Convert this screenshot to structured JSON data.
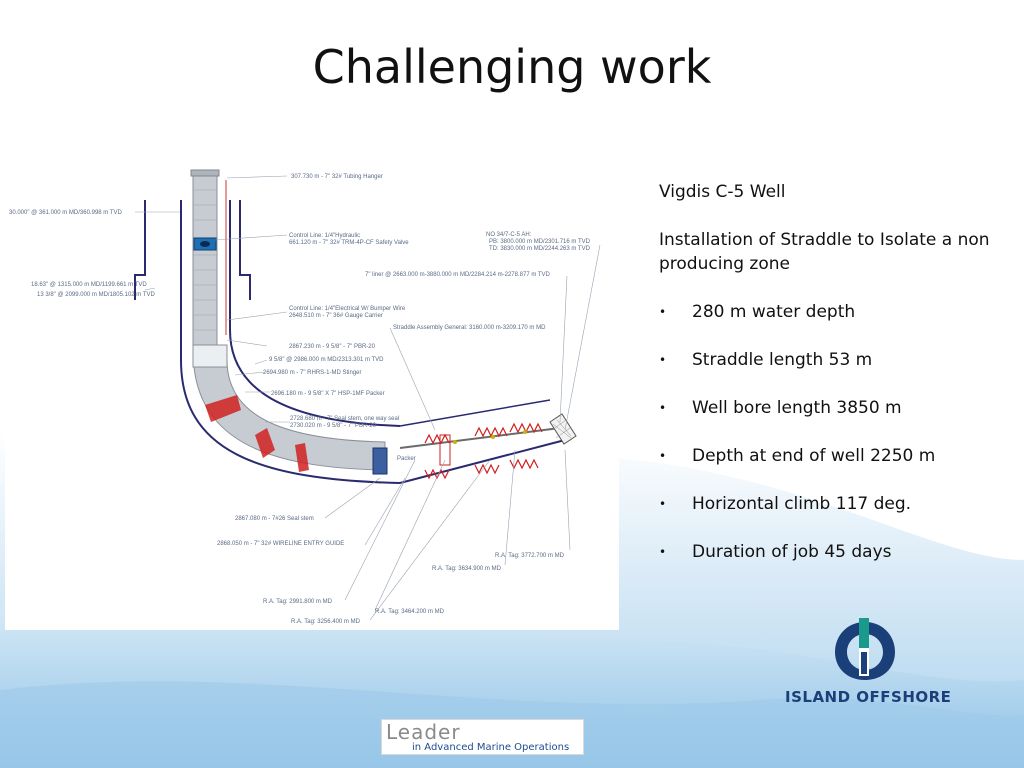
{
  "slide": {
    "title": "Challenging work"
  },
  "text_panel": {
    "heading": "Vigdis C-5 Well",
    "description": "Installation of Straddle to Isolate a non producing zone",
    "bullet_glyph": "•",
    "bullets": [
      "280 m water depth",
      "Straddle length 53 m",
      "Well bore length 3850 m",
      "Depth at end of well 2250 m",
      "Horizontal climb 117 deg.",
      "Duration of job 45 days"
    ]
  },
  "diagram": {
    "labels": {
      "tubing_hanger": "307.730 m - 7\" 32# Tubing Hanger",
      "conductor": "30.000\" @ 361.000 m MD/360.998 m TVD",
      "control_line_hydraulic": "Control Line: 1/4\"Hydraulic",
      "safety_valve": "661.120 m - 7\" 32# TRM-4P-CF Safety Valve",
      "casing_1863": "18.63\" @ 1315.000 m MD/1199.661 m TVD",
      "casing_1338": "13 3/8\" @ 2099.000 m MD/1805.102 m TVD",
      "control_line_electrical": "Control Line: 1/4\"Electrical W/ Bumper Wire",
      "gauge_carrier": "2648.510 m - 7\" 36# Gauge Carrier",
      "well_id": "NO 34/7-C-5 AH:",
      "pb": "PB: 3800.000 m MD/2301.716 m TVD",
      "td": "TD: 3830.000 m MD/2244.263 m TVD",
      "liner": "7\" liner @ 2663.000 m-3880.000 m MD/2284.214 m-2278.877 m TVD",
      "straddle_assembly": "Straddle Assembly General: 3160.000 m-3209.170 m MD",
      "pbr_2867": "2867.230 m - 9 5/8\" - 7\" PBR-20",
      "casing_958": "9 5/8\" @ 2986.000 m MD/2313.301 m TVD",
      "stinger": "2694.980 m - 7\" RHRS-1-MD Stinger",
      "packer": "2696.180 m - 9 5/8\" X 7\" HSP-1MF Packer",
      "seal_stem_oneway": "2728.680 m - 7\" Seal stem, one way seal",
      "pbr_2730": "2730.020 m - 9 5/8\" - 7\" PBR-20",
      "packer_short": "Packer",
      "seal_stem": "2867.080 m - 7#26 Seal stem",
      "wireline_guide": "2868.050 m - 7\" 32# WIRELINE ENTRY GUIDE",
      "ra_tag_3772": "R.A. Tag: 3772.700 m MD",
      "ra_tag_3634": "R.A. Tag: 3634.900 m MD",
      "ra_tag_2991": "R.A. Tag: 2991.800 m MD",
      "ra_tag_3464": "R.A. Tag: 3464.200 m MD",
      "ra_tag_3256": "R.A. Tag: 3256.400 m MD"
    }
  },
  "logos": {
    "company_name": "ISLAND OFFSHORE",
    "leader_main": "Leader",
    "leader_sub": "in Advanced Marine Operations"
  },
  "colors": {
    "accent_blue": "#1b3f78",
    "logo_teal": "#1a9a8a",
    "pipe_grey": "#bfc4ca",
    "casing_blue": "#2a2a70",
    "packer_red": "#d02020"
  }
}
